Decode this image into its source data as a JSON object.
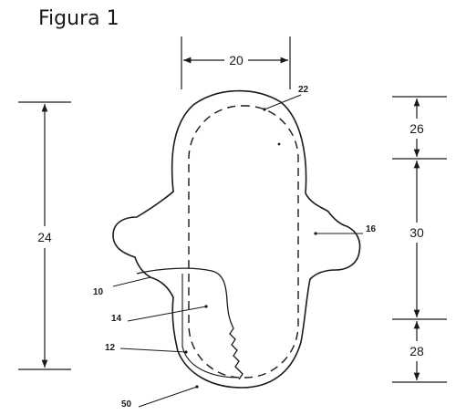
{
  "figure": {
    "title": "Figura 1"
  },
  "dimensions": {
    "width_top": "20",
    "overall_height": "24",
    "front_region": "26",
    "middle_region": "30",
    "rear_region": "28"
  },
  "references": {
    "absorbent_core": "22",
    "wing": "16",
    "flap": "10",
    "topsheet": "14",
    "edge": "12",
    "pad": "50"
  }
}
